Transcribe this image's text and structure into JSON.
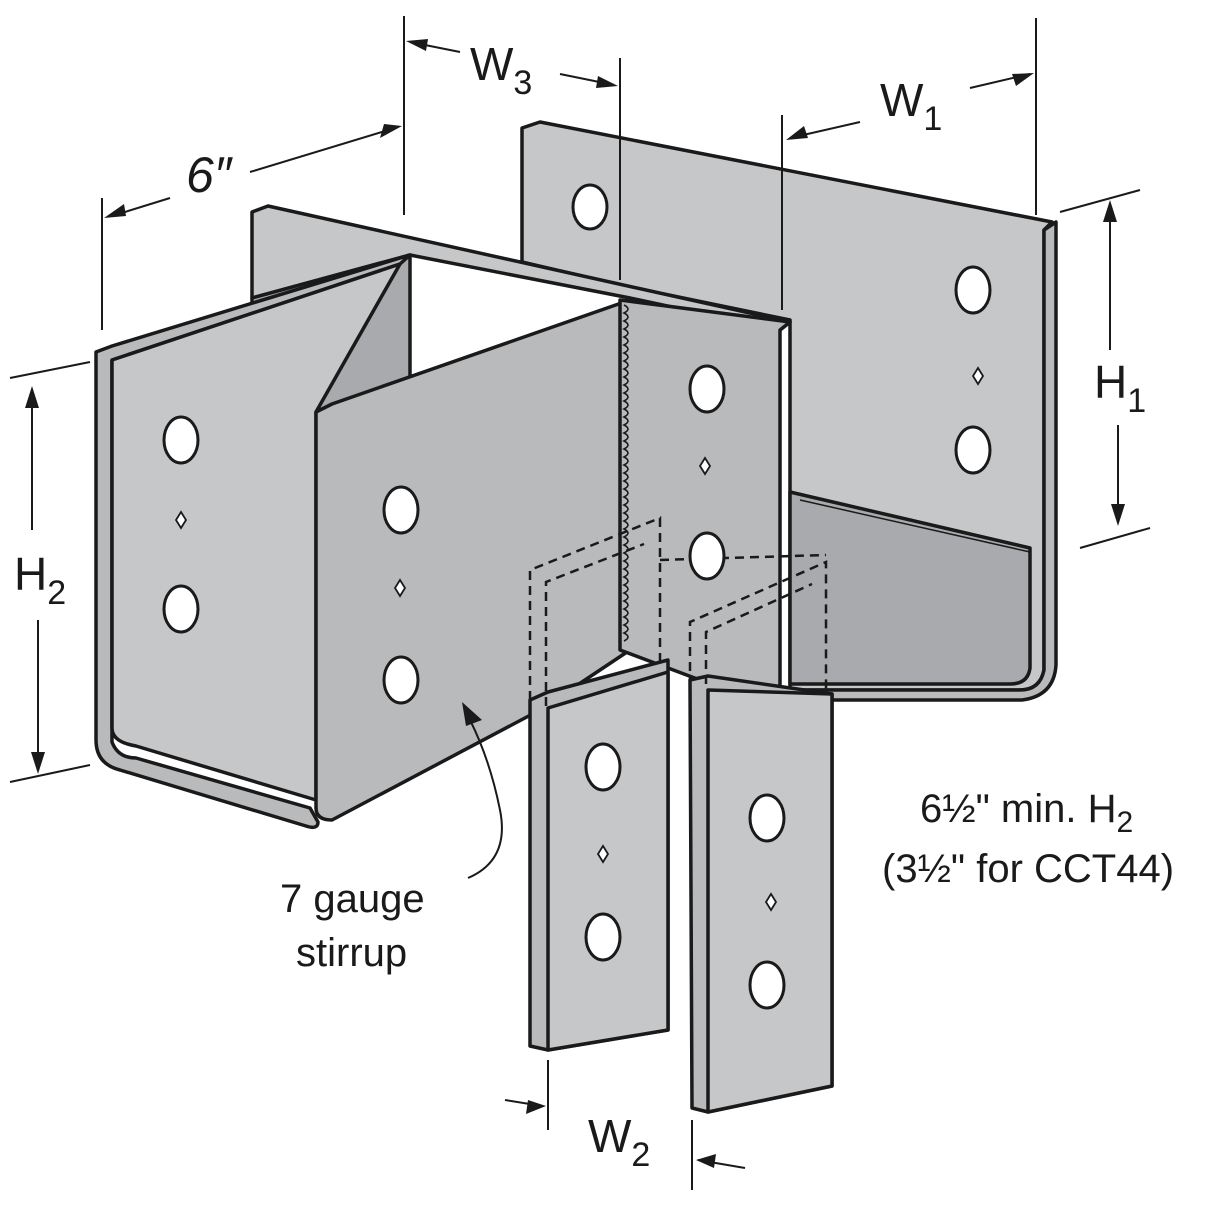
{
  "labels": {
    "width_6": "6″",
    "w1_main": "W",
    "w1_sub": "1",
    "w2_main": "W",
    "w2_sub": "2",
    "w3_main": "W",
    "w3_sub": "3",
    "h1_main": "H",
    "h1_sub": "1",
    "h2_main": "H",
    "h2_sub": "2",
    "note_line1_pre": "6½\" min. H",
    "note_line1_sub": "2",
    "note_line2": "(3½\" for CCT44)",
    "stirrup_line1": "7 gauge",
    "stirrup_line2": "stirrup"
  },
  "colors": {
    "steel": "#b9babc",
    "outline": "#1a1a1a",
    "background": "#ffffff"
  }
}
